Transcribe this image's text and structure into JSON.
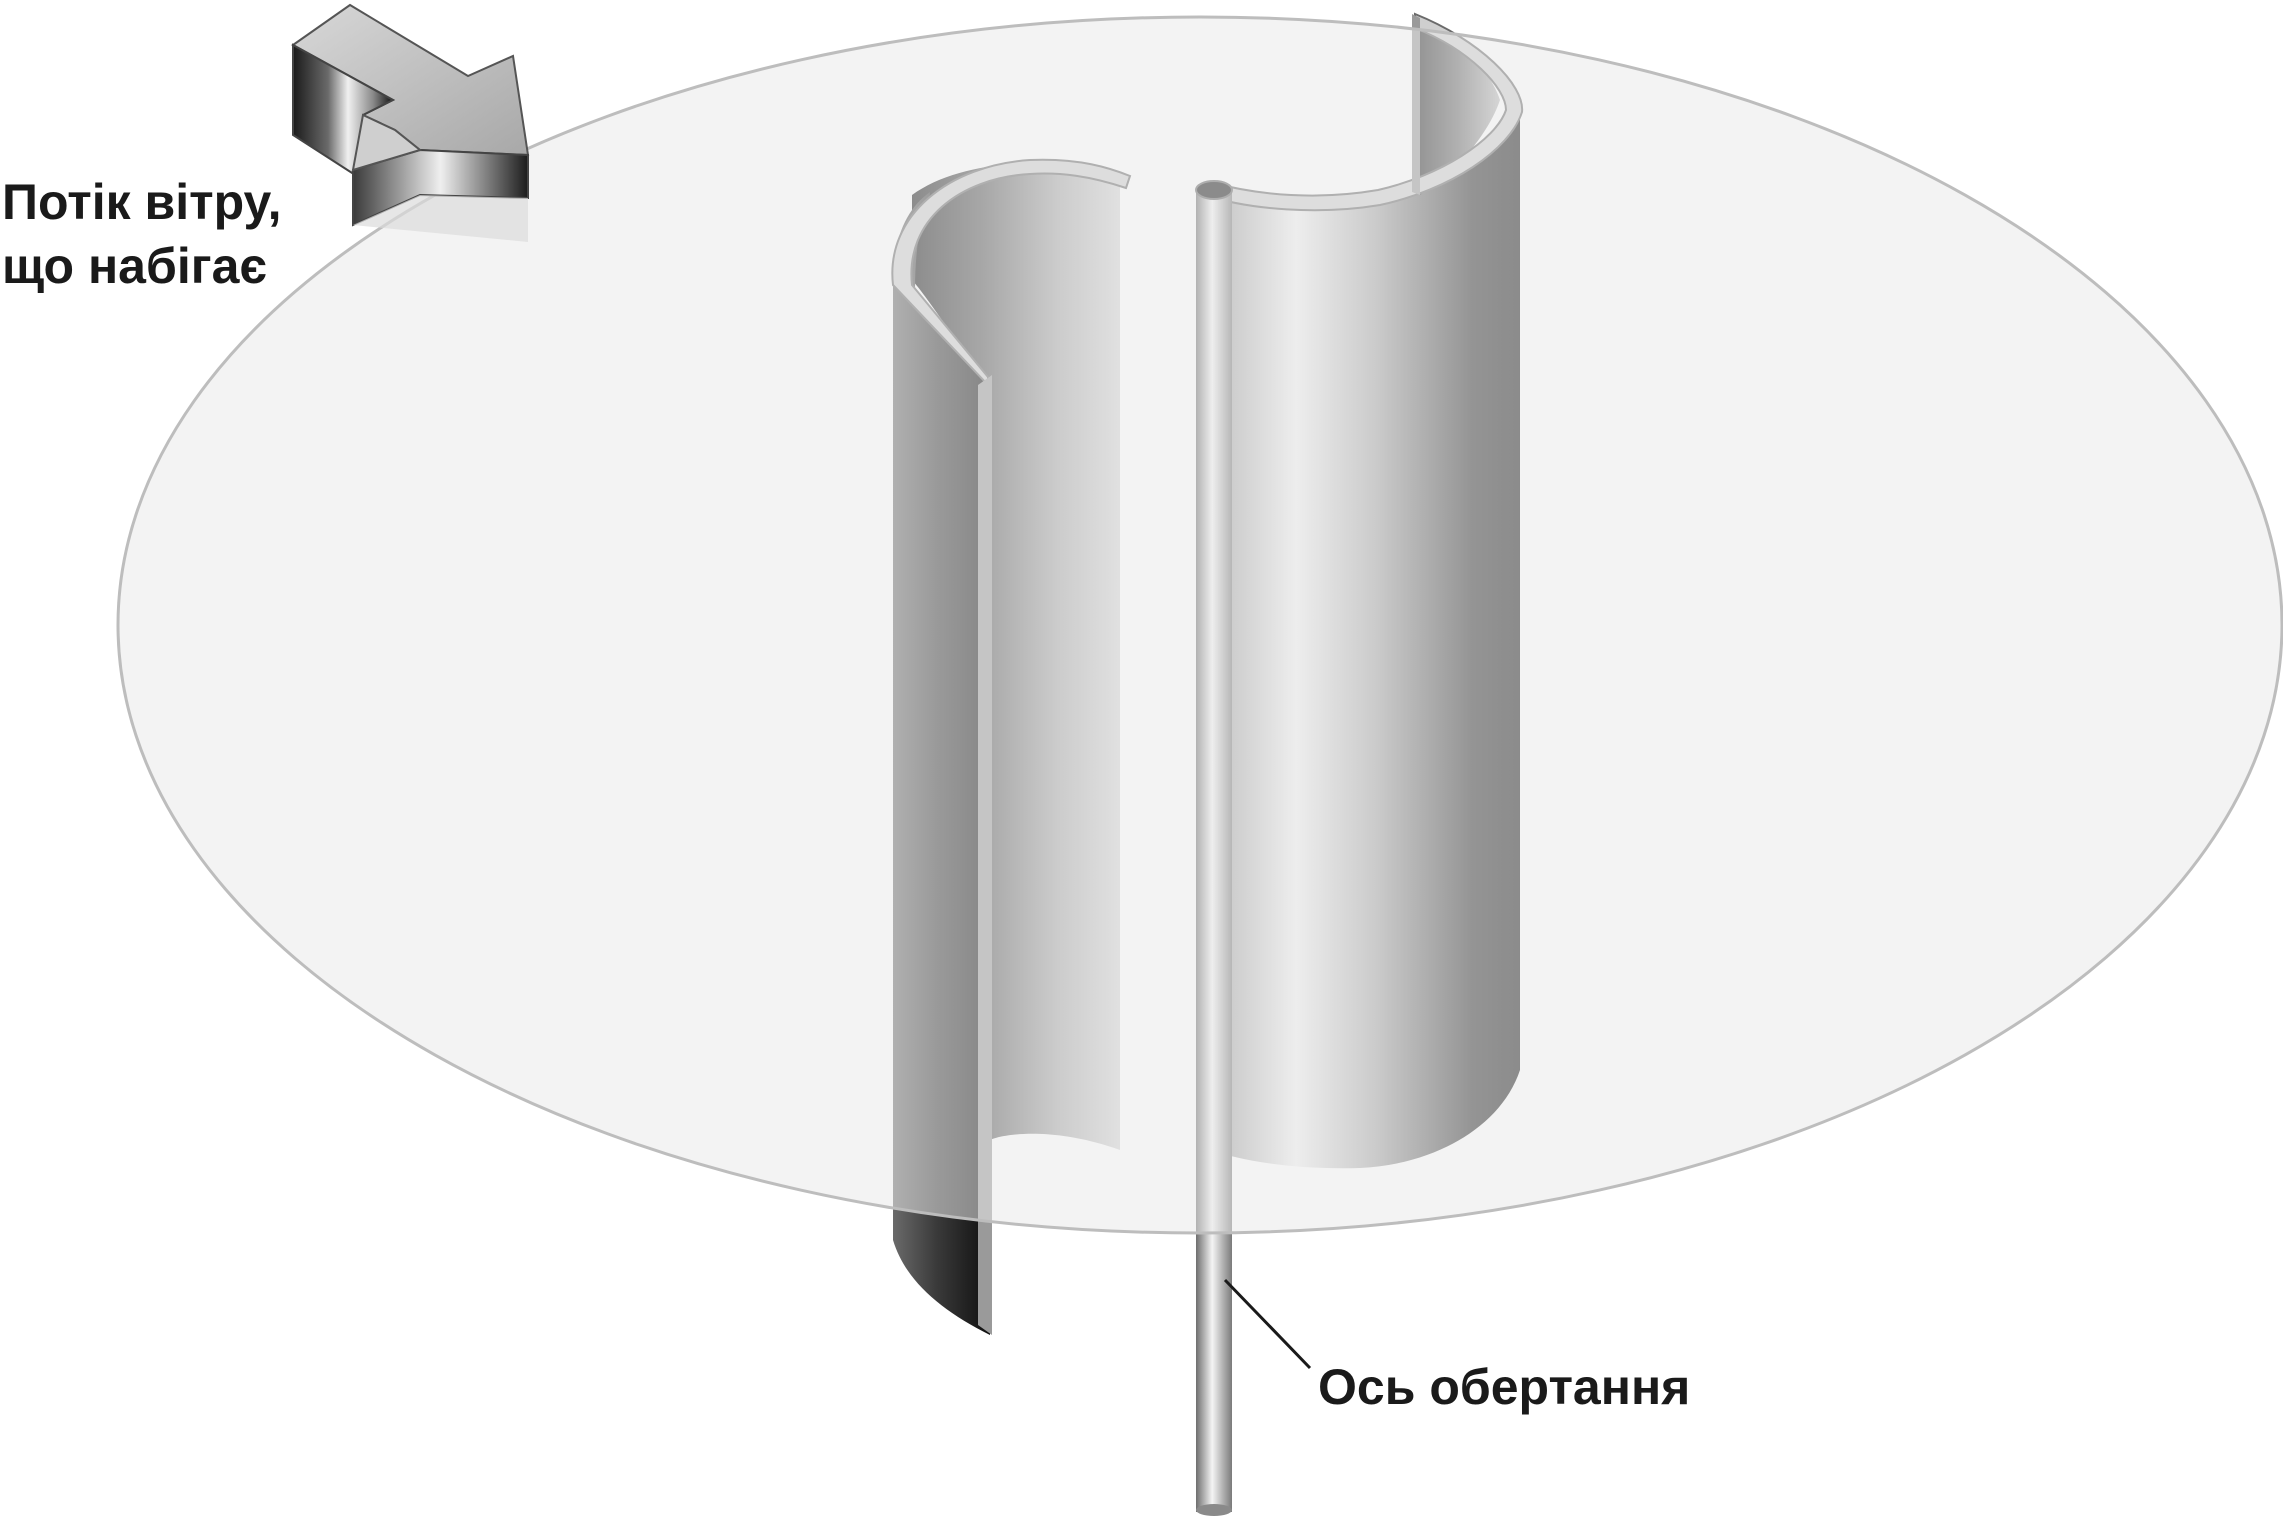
{
  "labels": {
    "wind_line1": "Потік вітру,",
    "wind_line2": "що набігає",
    "axis": "Ось обертання"
  },
  "colors": {
    "plane_fill": "#eeeeee",
    "plane_stroke": "#bdbdbd",
    "metal_dark": "#1e1e1e",
    "metal_light": "#f5f5f5",
    "text": "#1a1a1a"
  }
}
